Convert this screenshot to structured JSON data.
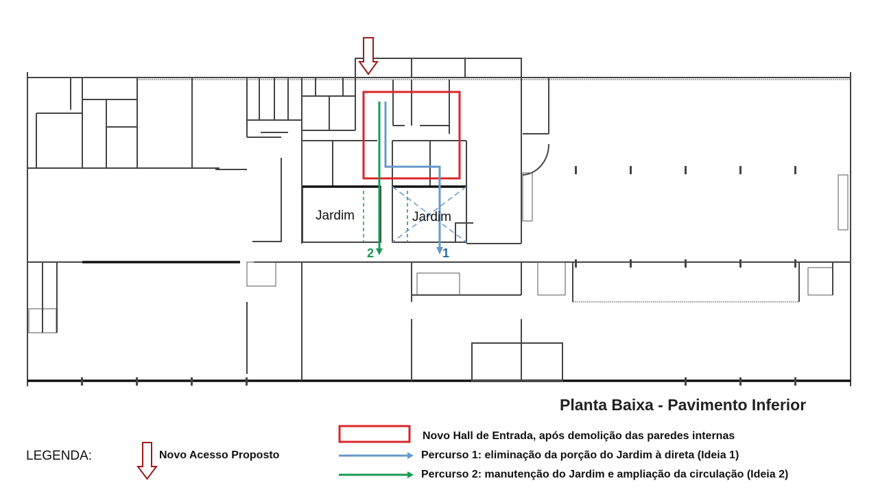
{
  "title": "Planta Baixa - Pavimento Inferior",
  "rooms": {
    "garden_left": "Jardim",
    "garden_right": "Jardim"
  },
  "path_labels": {
    "path1": "1",
    "path2": "2"
  },
  "legend": {
    "heading": "LEGENDA:",
    "new_access": "Novo Acesso Proposto",
    "new_hall": "Novo Hall de Entrada, após demolição das paredes internas",
    "path1": "Percurso 1: eliminação da porção do Jardim à direta (Ideia 1)",
    "path2": "Percurso 2: manutenção do Jardim e ampliação da circulação (Ideia 2)"
  },
  "colors": {
    "red": "#d9262b",
    "blue": "#6699cc",
    "green": "#1a9a50",
    "access_arrow": "#a01818"
  }
}
